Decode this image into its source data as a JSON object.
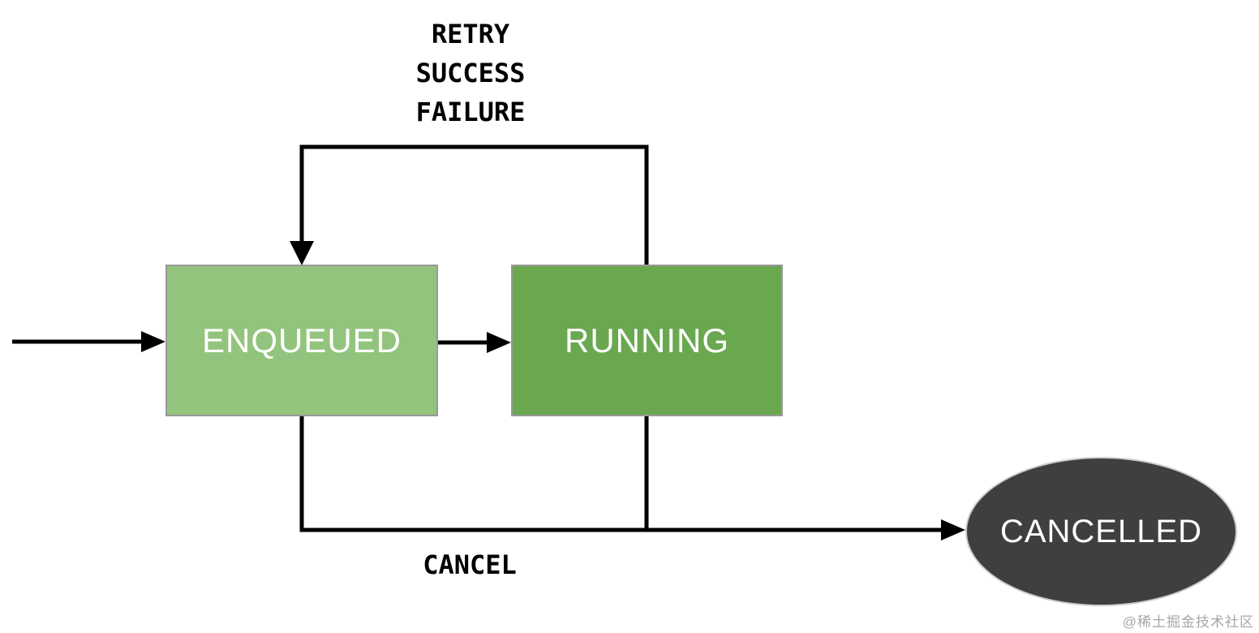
{
  "nodes": {
    "enqueued": {
      "label": "ENQUEUED",
      "shape": "rect"
    },
    "running": {
      "label": "RUNNING",
      "shape": "rect"
    },
    "cancelled": {
      "label": "CANCELLED",
      "shape": "ellipse"
    }
  },
  "labels": {
    "retry": "RETRY",
    "success": "SUCCESS",
    "failure": "FAILURE",
    "cancel": "CANCEL"
  },
  "watermark": "@稀土掘金技术社区",
  "colors": {
    "background": "#ffffff",
    "line": "#000000",
    "label_text": "#000000",
    "node_text": "#ffffff",
    "enqueued_fill": "#93c47d",
    "enqueued_border": "#999999",
    "running_fill": "#6aa84f",
    "running_border": "#999999",
    "cancelled_fill": "#3f3f3f",
    "cancelled_border": "#cccccc",
    "watermark_text": "#a6a6a6"
  }
}
